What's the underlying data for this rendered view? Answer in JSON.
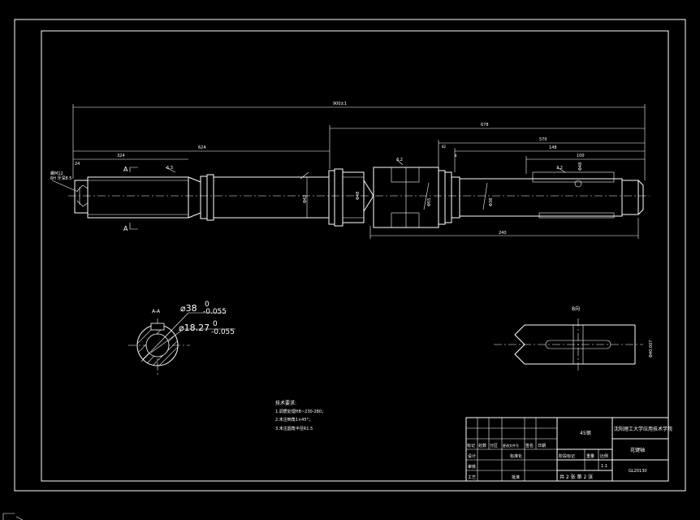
{
  "dimensions": {
    "overall_length": "900±1",
    "d_left_1": "24",
    "d_left_2": "324",
    "d_left_3": "624",
    "d_right_1": "678",
    "d_right_2": "570",
    "d_right_3": "148",
    "d_right_4": "100",
    "d_small_1": "82",
    "d_small_2": "8",
    "d_mid_dia_1": "Φ42",
    "d_mid_dia_2": "Φ48",
    "d_mid_dia_3": "Φ55",
    "d_mid_dia_4": "Φ38",
    "d_mid_dia_5": "Φ48",
    "d_bottom": "240",
    "d_roughness_1": "6.3",
    "d_roughness_2": "3.2",
    "d_roughness_3": "3.2"
  },
  "callout": {
    "line1": "螺M12",
    "line2": "6H 牙深8.5"
  },
  "section_labels": {
    "a_top": "A",
    "a_bottom": "A"
  },
  "section_aa": {
    "title": "A-A",
    "dim1_prefix": "⌀38",
    "dim1_tol_upper": "0",
    "dim1_tol_lower": "-0.055",
    "dim2_prefix": "⌀18.27",
    "dim2_tol_upper": "0",
    "dim2_tol_lower": "-0.055"
  },
  "view_b": {
    "title": "B向",
    "dim": "Φ40.007"
  },
  "notes": {
    "title": "技术要求:",
    "items": [
      "1.调质处理HB~230-280；",
      "2.未注倒角1×45°；",
      "3.未注圆角半径R1.5"
    ]
  },
  "title_block": {
    "school": "沈阳理工大学应用技术学院",
    "material": "45钢",
    "part_name": "花键轴",
    "drawing_no": "GL20130",
    "scale": "1:1",
    "sheets": "共 2 张  第 2 张",
    "headers": [
      "标记",
      "处数",
      "分区",
      "更改文件号",
      "签名",
      "日期"
    ],
    "row_design": "设计",
    "row_standard": "标准化",
    "row_check": "审核",
    "row_process": "工艺",
    "row_approve": "批准",
    "stage_label": "阶段标记",
    "weight_label": "重量",
    "scale_label": "比例"
  }
}
